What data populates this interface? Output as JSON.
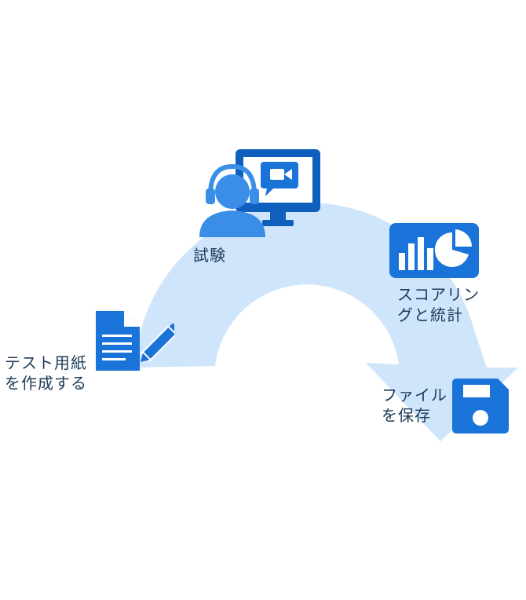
{
  "steps": [
    {
      "id": "create",
      "lines": [
        "テスト用紙",
        "を作成する"
      ],
      "icon": "document-pencil-icon"
    },
    {
      "id": "exam",
      "lines": [
        "試験"
      ],
      "icon": "person-headset-monitor-icon"
    },
    {
      "id": "scoring",
      "lines": [
        "スコアリン",
        "グと統計"
      ],
      "icon": "chart-pie-icon"
    },
    {
      "id": "save",
      "lines": [
        "ファイル",
        "を保存"
      ],
      "icon": "floppy-disk-icon"
    }
  ],
  "colors": {
    "arc": "#cfe5fb",
    "icon_primary": "#1a73d9",
    "icon_dark": "#0f5fbf",
    "icon_light": "#3a8ee8",
    "text": "#1f3b57"
  }
}
